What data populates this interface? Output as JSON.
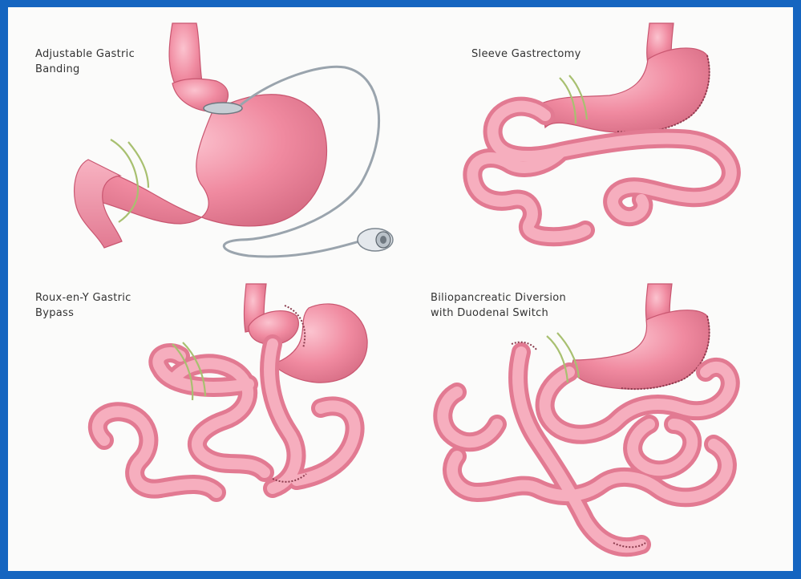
{
  "panels": [
    {
      "id": "adjustable-gastric-banding",
      "lines": [
        "Adjustable Gastric",
        "Banding"
      ]
    },
    {
      "id": "sleeve-gastrectomy",
      "lines": [
        "Sleeve Gastrectomy"
      ]
    },
    {
      "id": "roux-en-y-gastric-bypass",
      "lines": [
        "Roux-en-Y Gastric",
        "Bypass"
      ]
    },
    {
      "id": "biliopancreatic-diversion",
      "lines": [
        "Biliopancreatic Diversion",
        "with Duodenal Switch"
      ]
    }
  ],
  "colors": {
    "frame": "#1565c0",
    "background": "#fbfbfa",
    "tissue": "#f08aa0",
    "tissue_dark": "#c95670",
    "nerve": "#a8c070",
    "band_tube": "#9aa4ad",
    "staple": "#8a3a4c"
  }
}
